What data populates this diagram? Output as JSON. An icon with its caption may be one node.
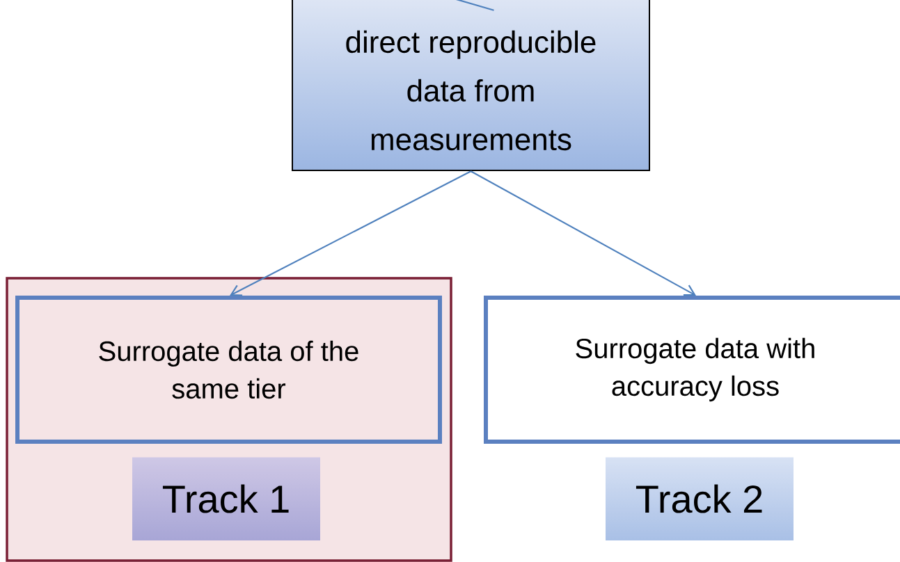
{
  "diagram": {
    "nodes": [
      {
        "text": [
          "direct reproducible data from measurements"
        ]
      },
      {
        "text": [],
        "shape": "box"
      },
      {
        "text": [
          "Surrogate data of the same tier"
        ],
        "in": 1
      },
      {
        "text": [
          "Track 1"
        ],
        "in": 1
      },
      {
        "text": [
          "Surrogate data with accuracy loss"
        ]
      },
      {
        "text": [
          "Track 2"
        ]
      }
    ],
    "edges": [
      {
        "from": null,
        "to": 0,
        "arrow": "none"
      },
      {
        "from": 0,
        "to": 2,
        "arrow": "to"
      },
      {
        "from": 0,
        "to": 4,
        "arrow": "to"
      }
    ]
  }
}
